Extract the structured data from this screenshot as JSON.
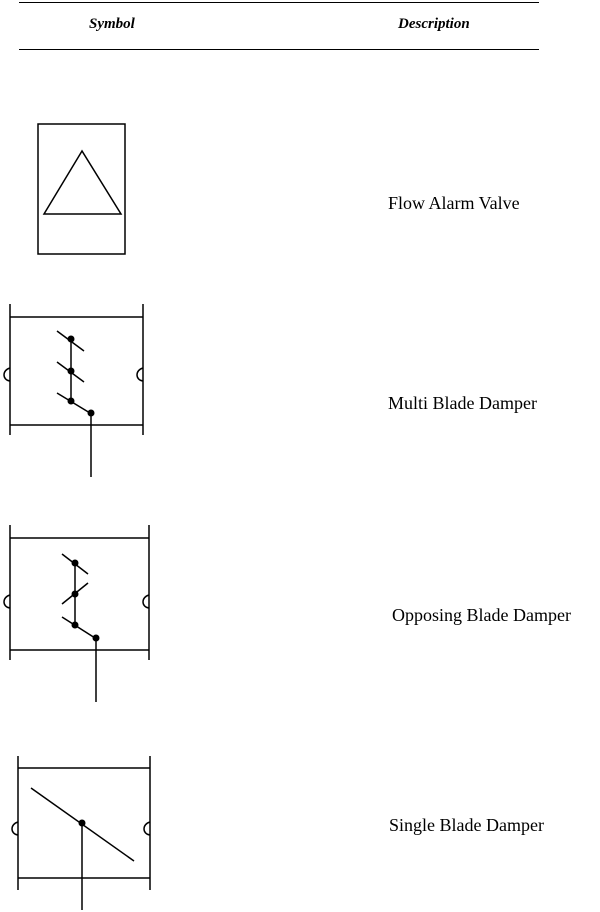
{
  "table": {
    "header": {
      "symbol": "Symbol",
      "description": "Description"
    },
    "rows": [
      {
        "symbol_icon": "flow-alarm-valve-icon",
        "description": "Flow Alarm Valve"
      },
      {
        "symbol_icon": "multi-blade-damper-icon",
        "description": "Multi Blade Damper"
      },
      {
        "symbol_icon": "opposing-blade-damper-icon",
        "description": "Opposing Blade Damper"
      },
      {
        "symbol_icon": "single-blade-damper-icon",
        "description": "Single Blade Damper"
      }
    ]
  }
}
